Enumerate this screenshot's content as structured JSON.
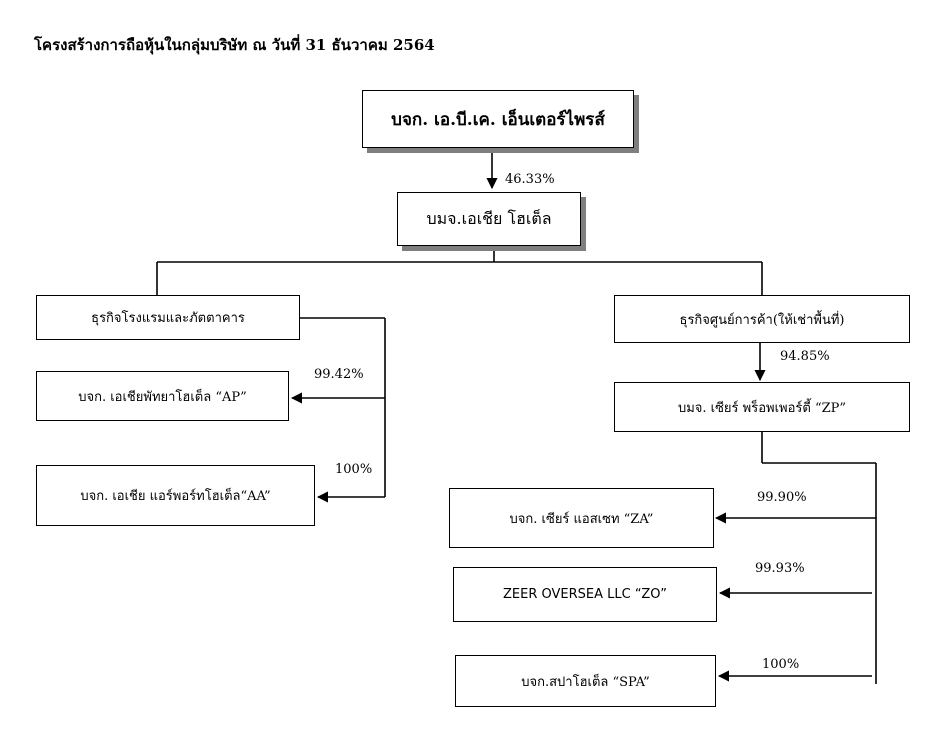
{
  "title": "โครงสร้างการถือหุ้นในกลุ่มบริษัท  ณ  วันที่ 31 ธันวาคม 2564",
  "nodes": {
    "abk": "บจก. เอ.บี.เค. เอ็นเตอร์ไพรส์",
    "asia_hotel": "บมจ.เอเชีย โฮเต็ล",
    "hotel_business": "ธุรกิจโรงแรมและภัตตาคาร",
    "retail_business": "ธุรกิจศูนย์การค้า(ให้เช่าพื้นที่)",
    "ap": "บจก. เอเชียพัทยาโฮเต็ล  “AP”",
    "aa": "บจก. เอเชีย แอร์พอร์ทโฮเต็ล“AA”",
    "zp": "บมจ. เซียร์ พร็อพเพอร์ตี้ “ZP”",
    "za": "บจก. เซียร์ แอสเซท “ZA”",
    "zo": "ZEER OVERSEA LLC “ZO”",
    "spa": "บจก.สปาโฮเต็ล       “SPA”"
  },
  "percentages": {
    "abk_to_asia": "46.33%",
    "ap": "99.42%",
    "aa": "100%",
    "zp": "94.85%",
    "za": "99.90%",
    "zo": "99.93%",
    "spa": "100%"
  }
}
